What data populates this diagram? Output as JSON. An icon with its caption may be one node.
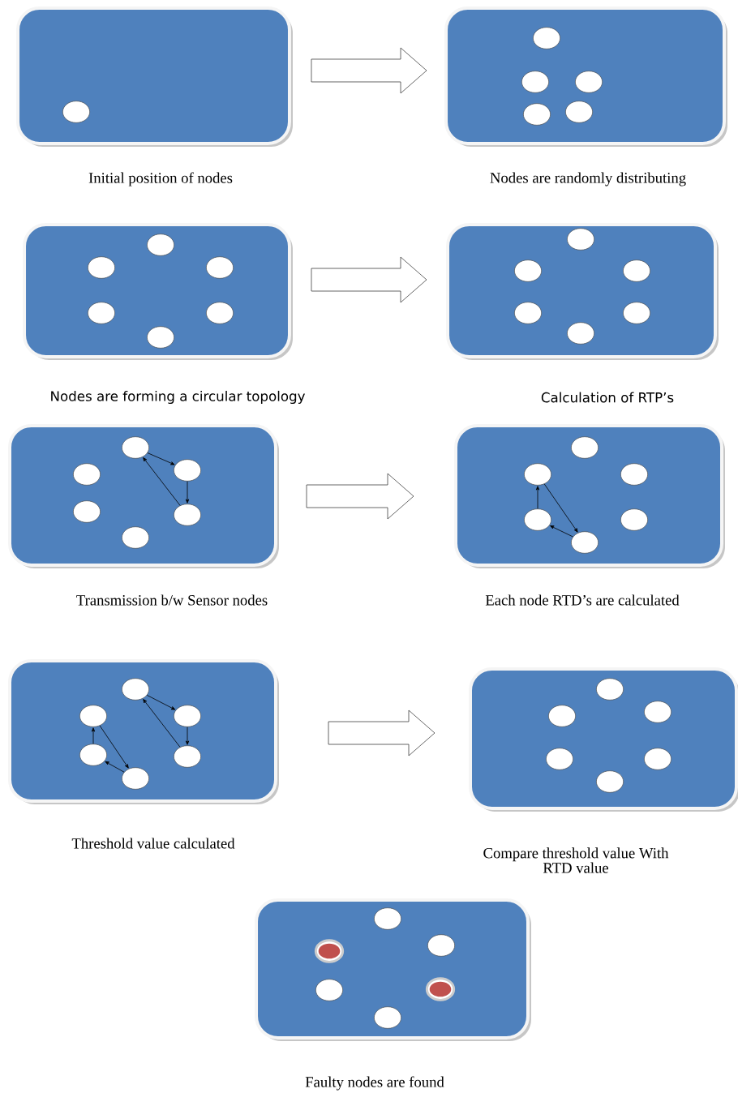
{
  "diagram": {
    "nodes": [
      {
        "text": [],
        "shape": "box"
      },
      {
        "text": [],
        "shape": "circle",
        "in": 0
      },
      {
        "text": [],
        "shape": "box"
      },
      {
        "text": [],
        "shape": "circle",
        "in": 2
      },
      {
        "text": [],
        "shape": "circle",
        "in": 2
      },
      {
        "text": [],
        "shape": "circle",
        "in": 2
      },
      {
        "text": [],
        "shape": "circle",
        "in": 2
      },
      {
        "text": [],
        "shape": "circle",
        "in": 2
      },
      {
        "text": [],
        "shape": "box"
      },
      {
        "text": [],
        "shape": "circle",
        "in": 8
      },
      {
        "text": [],
        "shape": "circle",
        "in": 8
      },
      {
        "text": [],
        "shape": "circle",
        "in": 8
      },
      {
        "text": [],
        "shape": "circle",
        "in": 8
      },
      {
        "text": [],
        "shape": "circle",
        "in": 8
      },
      {
        "text": [],
        "shape": "circle",
        "in": 8
      },
      {
        "text": [],
        "shape": "box"
      },
      {
        "text": [],
        "shape": "circle",
        "in": 15
      },
      {
        "text": [],
        "shape": "circle",
        "in": 15
      },
      {
        "text": [],
        "shape": "circle",
        "in": 15
      },
      {
        "text": [],
        "shape": "circle",
        "in": 15
      },
      {
        "text": [],
        "shape": "circle",
        "in": 15
      },
      {
        "text": [],
        "shape": "circle",
        "in": 15
      },
      {
        "text": [],
        "shape": "box"
      },
      {
        "text": [],
        "shape": "circle",
        "in": 22
      },
      {
        "text": [],
        "shape": "circle",
        "in": 22
      },
      {
        "text": [],
        "shape": "circle",
        "in": 22
      },
      {
        "text": [],
        "shape": "circle",
        "in": 22
      },
      {
        "text": [],
        "shape": "circle",
        "in": 22
      },
      {
        "text": [],
        "shape": "circle",
        "in": 22
      },
      {
        "text": [],
        "shape": "box"
      },
      {
        "text": [],
        "shape": "circle",
        "in": 29
      },
      {
        "text": [],
        "shape": "circle",
        "in": 29
      },
      {
        "text": [],
        "shape": "circle",
        "in": 29
      },
      {
        "text": [],
        "shape": "circle",
        "in": 29
      },
      {
        "text": [],
        "shape": "circle",
        "in": 29
      },
      {
        "text": [],
        "shape": "circle",
        "in": 29
      },
      {
        "text": [],
        "shape": "box"
      },
      {
        "text": [],
        "shape": "circle",
        "in": 36
      },
      {
        "text": [],
        "shape": "circle",
        "in": 36
      },
      {
        "text": [],
        "shape": "circle",
        "in": 36
      },
      {
        "text": [],
        "shape": "circle",
        "in": 36
      },
      {
        "text": [],
        "shape": "circle",
        "in": 36
      },
      {
        "text": [],
        "shape": "circle",
        "in": 36
      },
      {
        "text": [],
        "shape": "box"
      },
      {
        "text": [],
        "shape": "circle",
        "in": 43
      },
      {
        "text": [],
        "shape": "circle",
        "in": 43
      },
      {
        "text": [],
        "shape": "circle",
        "in": 43
      },
      {
        "text": [],
        "shape": "circle",
        "in": 43
      },
      {
        "text": [],
        "shape": "circle",
        "in": 43
      },
      {
        "text": [],
        "shape": "circle",
        "in": 43
      },
      {
        "text": [],
        "shape": "box"
      },
      {
        "text": [],
        "shape": "circle",
        "in": 50
      },
      {
        "text": [],
        "shape": "circle",
        "in": 50
      },
      {
        "text": [],
        "shape": "circle",
        "in": 52
      },
      {
        "text": [],
        "shape": "circle",
        "in": 50
      },
      {
        "text": [],
        "shape": "circle",
        "in": 50
      },
      {
        "text": [],
        "shape": "circle",
        "in": 50
      },
      {
        "text": [],
        "shape": "circle",
        "in": 56
      },
      {
        "text": [],
        "shape": "circle",
        "in": 50
      }
    ],
    "edges": [
      {
        "from": 0,
        "to": 2,
        "arrow": "to",
        "style": "thick"
      },
      {
        "from": 8,
        "to": 15,
        "arrow": "to",
        "style": "thick"
      },
      {
        "from": 22,
        "to": 29,
        "arrow": "to",
        "style": "thick"
      },
      {
        "from": 36,
        "to": 43,
        "arrow": "to",
        "style": "thick"
      },
      {
        "from": 23,
        "to": 25,
        "arrow": "to"
      },
      {
        "from": 25,
        "to": 27,
        "arrow": "to"
      },
      {
        "from": 27,
        "to": 23,
        "arrow": "to"
      },
      {
        "from": 31,
        "to": 35,
        "arrow": "to"
      },
      {
        "from": 35,
        "to": 33,
        "arrow": "to"
      },
      {
        "from": 33,
        "to": 31,
        "arrow": "to"
      },
      {
        "from": 37,
        "to": 39,
        "arrow": "to"
      },
      {
        "from": 39,
        "to": 41,
        "arrow": "to"
      },
      {
        "from": 41,
        "to": 37,
        "arrow": "to"
      },
      {
        "from": 38,
        "to": 42,
        "arrow": "to"
      },
      {
        "from": 42,
        "to": 40,
        "arrow": "to"
      },
      {
        "from": 40,
        "to": 38,
        "arrow": "to"
      }
    ],
    "labels": [
      "Initial position of nodes",
      "Nodes are randomly distributing",
      "Nodes are forming a circular topology",
      "Calculation of RTP’s",
      "Transmission b/w Sensor nodes",
      "Each node RTD’s are calculated",
      "Threshold value calculated",
      "Compare threshold value With RTD value",
      "Faulty nodes are found"
    ]
  }
}
